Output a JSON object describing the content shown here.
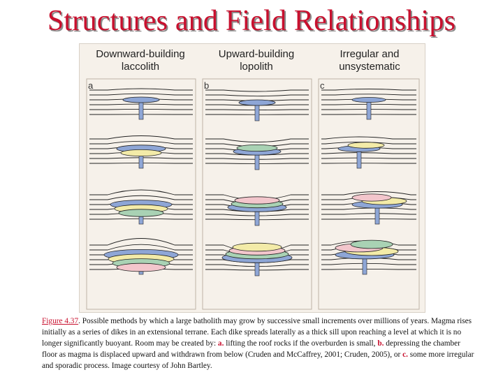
{
  "slide": {
    "title": "Structures and Field Relationships"
  },
  "figure": {
    "columns": [
      {
        "title_line1": "Downward-building",
        "title_line2": "laccolith",
        "panel_letter": "a"
      },
      {
        "title_line1": "Upward-building",
        "title_line2": "lopolith",
        "panel_letter": "b"
      },
      {
        "title_line1": "Irregular and",
        "title_line2": "unsystematic",
        "panel_letter": "c"
      }
    ],
    "colors": {
      "blue": "#8ea6d6",
      "yellow": "#f3eba8",
      "pink": "#f3c6cc",
      "green": "#a9d2b4",
      "background": "#f6f1ea",
      "panel_border": "#bdb3a7",
      "lines": "#222222"
    }
  },
  "caption": {
    "figure_label": "Figure 4.37",
    "text1": ". Possible methods by which a large batholith may grow by successive small increments over millions of years. Magma rises initially as a series of dikes in an extensional terrane. Each dike spreads laterally as a thick sill upon reaching a level at which it is no longer significantly buoyant. Room may be created by: ",
    "a_label": "a.",
    "text2": " lifting the roof rocks if the overburden is small, ",
    "b_label": "b.",
    "text3": " depressing the chamber floor as magma is displaced upward and withdrawn from below (Cruden and McCaffrey, 2001; Cruden, 2005), or ",
    "c_label": "c.",
    "text4": " some more irregular and sporadic process. Image courtesy of John Bartley."
  }
}
